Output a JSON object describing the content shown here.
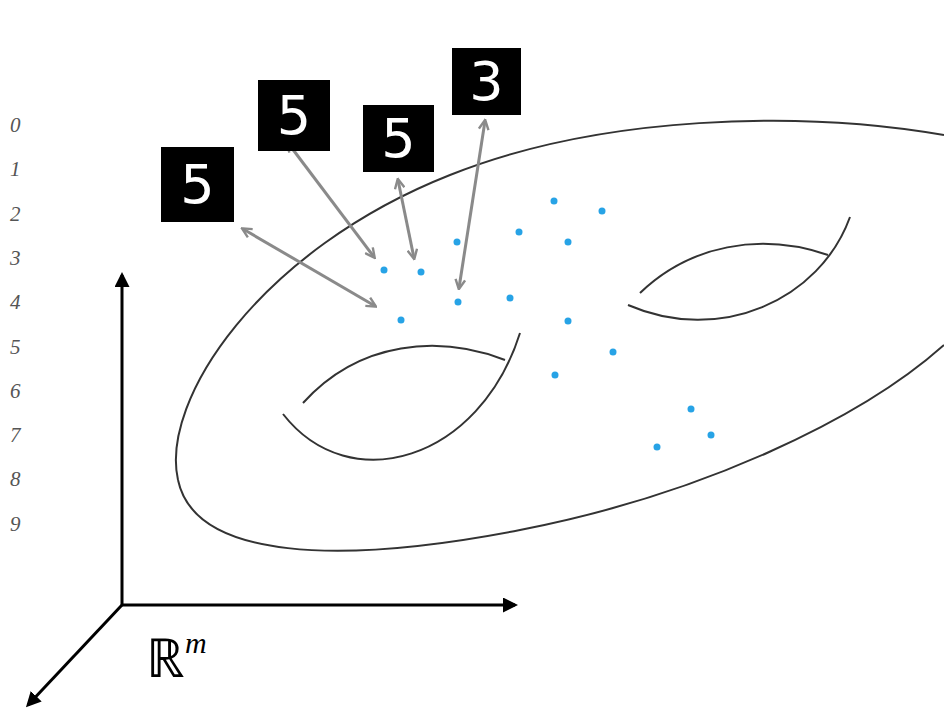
{
  "diagram": {
    "nodes": [
      {
        "text": [
          "5"
        ]
      },
      {
        "text": [
          "5"
        ]
      },
      {
        "text": [
          "5"
        ]
      },
      {
        "text": [
          "3"
        ]
      }
    ],
    "edges": [],
    "labels": [
      "0",
      "1",
      "2",
      "3",
      "4",
      "5",
      "6",
      "7",
      "8",
      "9",
      "ℝ",
      "m"
    ]
  }
}
